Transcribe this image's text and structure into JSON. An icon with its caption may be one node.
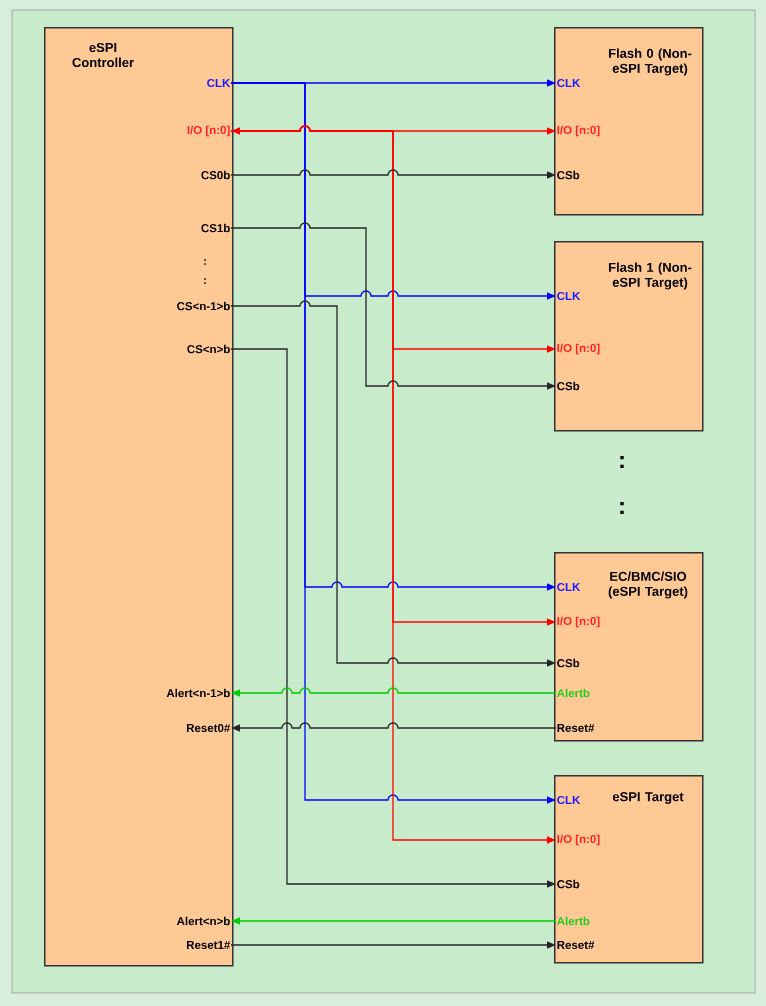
{
  "diagram": {
    "nodes": [
      {
        "text": [
          "eSPI Controller"
        ]
      },
      {
        "text": [
          "CLK"
        ],
        "in": 0
      },
      {
        "text": [
          "I/O [n:0]"
        ],
        "in": 0
      },
      {
        "text": [
          "CS0b"
        ],
        "in": 0
      },
      {
        "text": [
          "CS1b"
        ],
        "in": 0
      },
      {
        "text": [
          "CS<n-1>b"
        ],
        "in": 0
      },
      {
        "text": [
          "CS<n>b"
        ],
        "in": 0
      },
      {
        "text": [
          "Alert<n-1>b"
        ],
        "in": 0
      },
      {
        "text": [
          "Reset0#"
        ],
        "in": 0
      },
      {
        "text": [
          "Alert<n>b"
        ],
        "in": 0
      },
      {
        "text": [
          "Reset1#"
        ],
        "in": 0
      },
      {
        "text": [
          "Flash 0 (Non-eSPI Target)"
        ]
      },
      {
        "text": [
          "CLK"
        ],
        "in": 11
      },
      {
        "text": [
          "I/O [n:0]"
        ],
        "in": 11
      },
      {
        "text": [
          "CSb"
        ],
        "in": 11
      },
      {
        "text": [
          "Flash 1 (Non-eSPI Target)"
        ]
      },
      {
        "text": [
          "CLK"
        ],
        "in": 15
      },
      {
        "text": [
          "I/O [n:0]"
        ],
        "in": 15
      },
      {
        "text": [
          "CSb"
        ],
        "in": 15
      },
      {
        "text": [
          "EC/BMC/SIO (eSPI Target)"
        ]
      },
      {
        "text": [
          "CLK"
        ],
        "in": 19
      },
      {
        "text": [
          "I/O [n:0]"
        ],
        "in": 19
      },
      {
        "text": [
          "CSb"
        ],
        "in": 19
      },
      {
        "text": [
          "Alertb"
        ],
        "in": 19
      },
      {
        "text": [
          "Reset#"
        ],
        "in": 19
      },
      {
        "text": [
          "eSPI Target"
        ]
      },
      {
        "text": [
          "CLK"
        ],
        "in": 25
      },
      {
        "text": [
          "I/O [n:0]"
        ],
        "in": 25
      },
      {
        "text": [
          "CSb"
        ],
        "in": 25
      },
      {
        "text": [
          "Alertb"
        ],
        "in": 25
      },
      {
        "text": [
          "Reset#"
        ],
        "in": 25
      }
    ],
    "edges": [
      {
        "from": 1,
        "to": 12,
        "arrow": "to",
        "color": "#0000ff"
      },
      {
        "from": 1,
        "to": 16,
        "arrow": "to",
        "color": "#0000ff"
      },
      {
        "from": 1,
        "to": 20,
        "arrow": "to",
        "color": "#0000ff"
      },
      {
        "from": 1,
        "to": 26,
        "arrow": "to",
        "color": "#0000ff"
      },
      {
        "from": 2,
        "to": 13,
        "arrow": "both",
        "color": "#ff0000"
      },
      {
        "from": 2,
        "to": 17,
        "arrow": "to",
        "color": "#ff0000"
      },
      {
        "from": 2,
        "to": 21,
        "arrow": "to",
        "color": "#ff0000"
      },
      {
        "from": 2,
        "to": 27,
        "arrow": "to",
        "color": "#ff0000"
      },
      {
        "from": 3,
        "to": 14,
        "arrow": "to"
      },
      {
        "from": 4,
        "to": 18,
        "arrow": "to"
      },
      {
        "from": 5,
        "to": 22,
        "arrow": "to"
      },
      {
        "from": 6,
        "to": 28,
        "arrow": "to"
      },
      {
        "from": 23,
        "to": 7,
        "arrow": "to",
        "color": "#00cc00"
      },
      {
        "from": 24,
        "to": 8,
        "arrow": "to"
      },
      {
        "from": 29,
        "to": 9,
        "arrow": "to",
        "color": "#00cc00"
      },
      {
        "from": 10,
        "to": 30,
        "arrow": "to"
      }
    ],
    "labels": [
      ":",
      ":",
      ":",
      ":"
    ]
  }
}
